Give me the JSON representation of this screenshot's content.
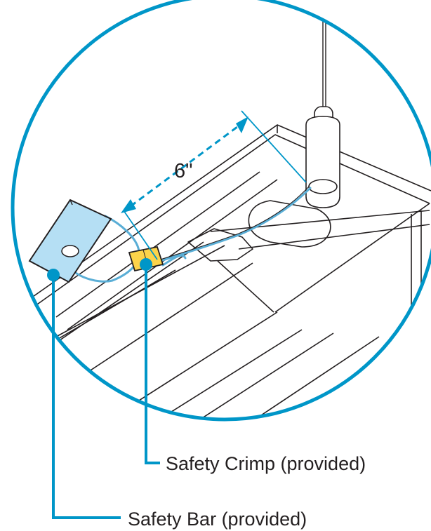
{
  "dimension": {
    "text": "6\""
  },
  "callouts": [
    {
      "id": "crimp",
      "text": "Safety Crimp (provided)"
    },
    {
      "id": "bar",
      "text": "Safety Bar (provided)"
    }
  ],
  "colors": {
    "accent": "#0096c8",
    "line": "#231f20",
    "bar_fill": "#b5dff4",
    "crimp_fill": "#fcd34a",
    "cable": "#5aaed6",
    "background": "#ffffff"
  }
}
